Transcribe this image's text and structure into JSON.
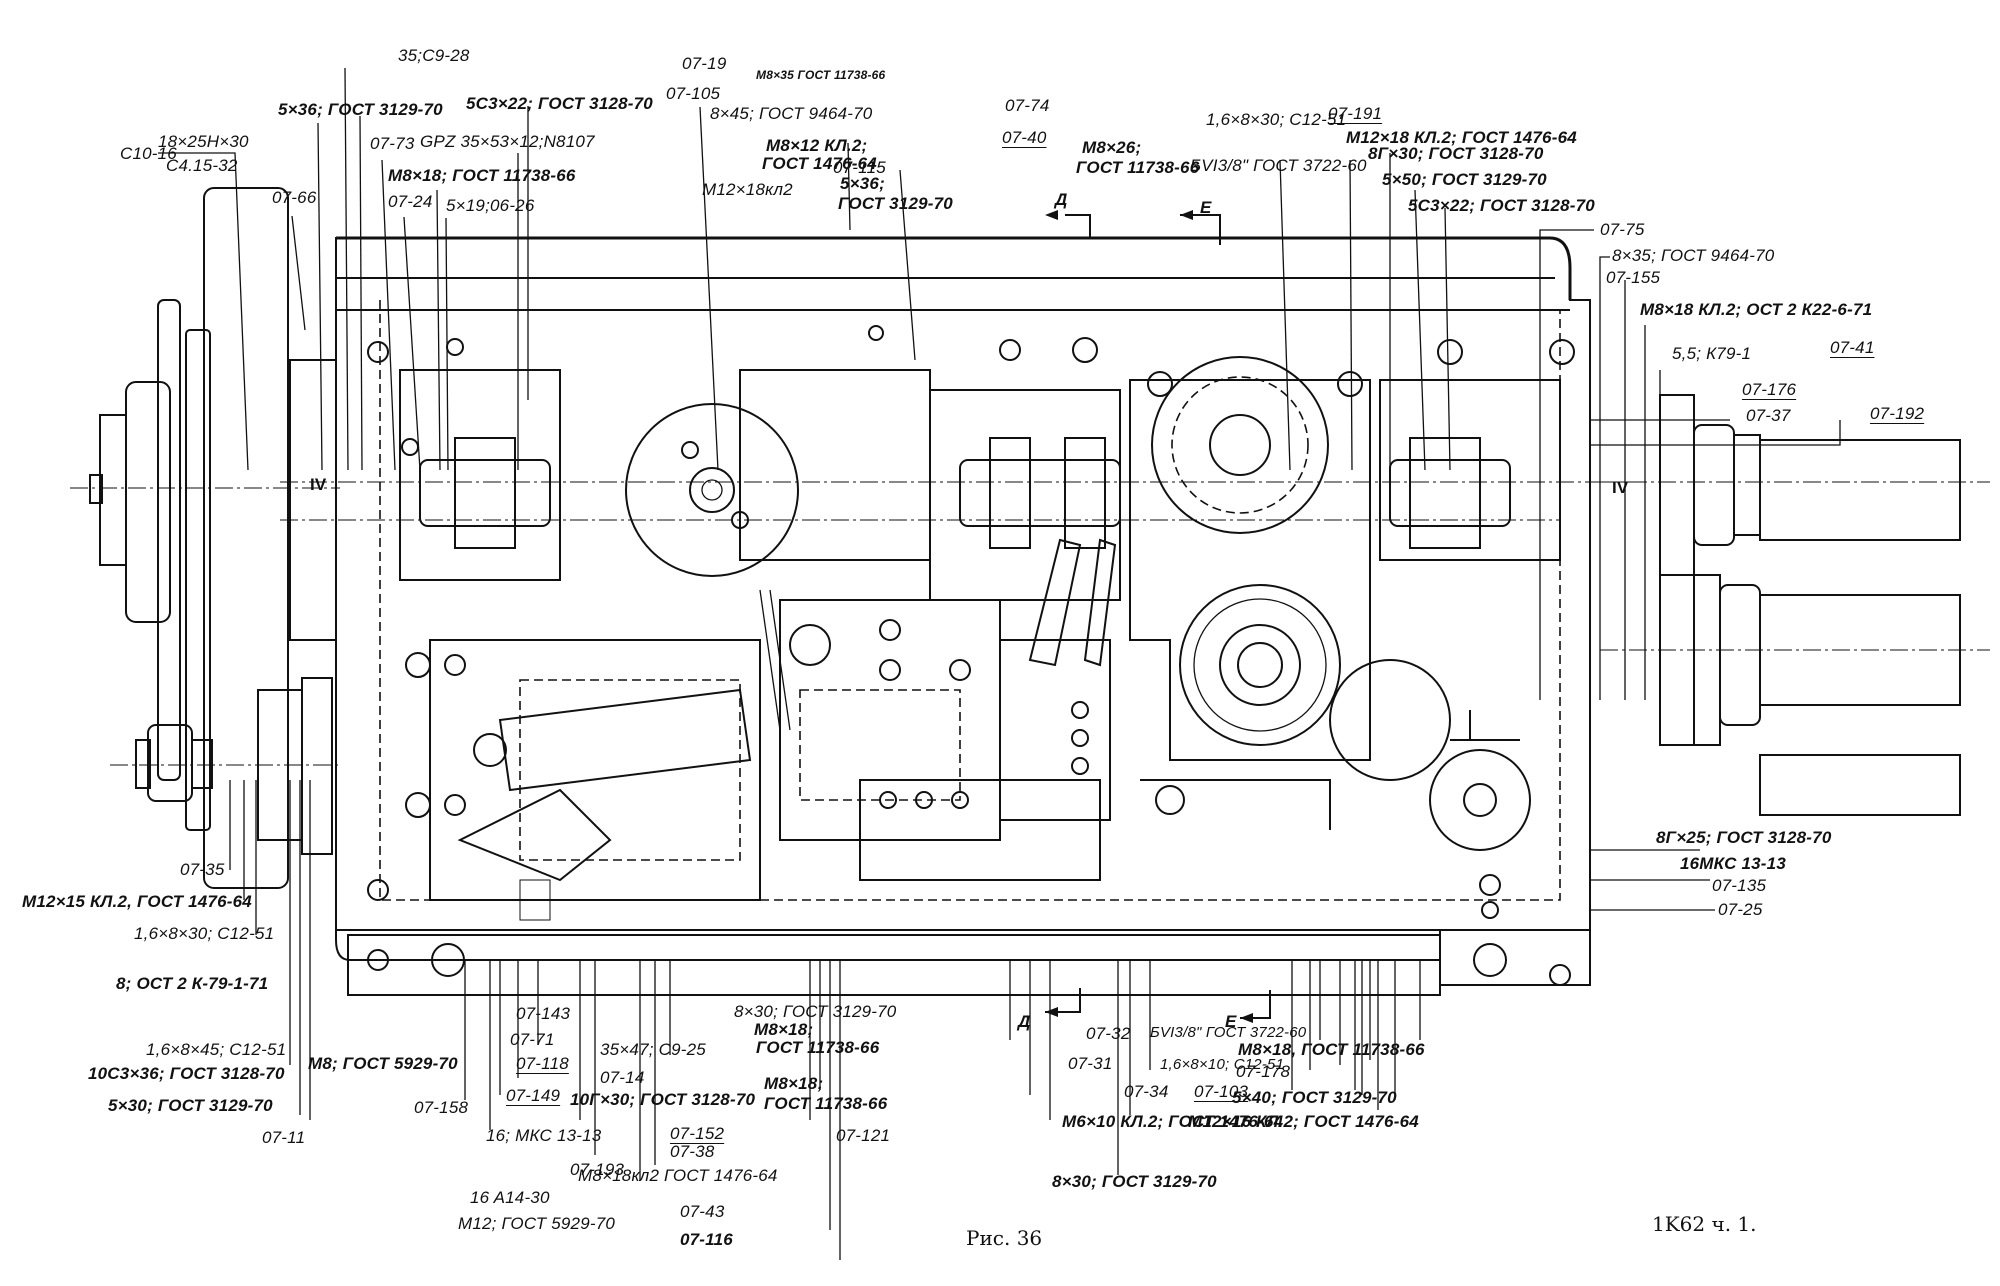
{
  "figure": {
    "caption": "Рис. 36",
    "sheet_ref": "1K62 ч. 1.",
    "section_marks": [
      "Д",
      "Е",
      "Д",
      "Е"
    ],
    "axis_marks": [
      "IV",
      "IV"
    ]
  },
  "callouts": {
    "top": [
      {
        "id": "c01",
        "text": "35;C9-28"
      },
      {
        "id": "c02",
        "text": "5×36; ГОСТ 3129-70"
      },
      {
        "id": "c03",
        "text": "5C3×22; ГОСТ 3128-70"
      },
      {
        "id": "c04",
        "text": "C10-16"
      },
      {
        "id": "c05",
        "text": "18×25H×30"
      },
      {
        "id": "c06",
        "text": "C4.15-32"
      },
      {
        "id": "c07",
        "text": "07-73"
      },
      {
        "id": "c08",
        "text": "GPZ 35×53×12;N8107"
      },
      {
        "id": "c09",
        "text": "M8×18; ГОСТ 11738-66"
      },
      {
        "id": "c10",
        "text": "07-66"
      },
      {
        "id": "c11",
        "text": "07-24"
      },
      {
        "id": "c12",
        "text": "5×19;06-26"
      },
      {
        "id": "c13",
        "text": "07-19"
      },
      {
        "id": "c14",
        "text": "07-105"
      },
      {
        "id": "c15",
        "text": "M8×35 ГОСТ 11738-66"
      },
      {
        "id": "c16",
        "text": "8×45; ГОСТ 9464-70"
      },
      {
        "id": "c17",
        "text": "M8×12 КЛ.2;"
      },
      {
        "id": "c18",
        "text": "ГОСТ 1476-64"
      },
      {
        "id": "c19",
        "text": "M12×18кл2"
      },
      {
        "id": "c20",
        "text": "07-115"
      },
      {
        "id": "c21",
        "text": "5×36;"
      },
      {
        "id": "c22",
        "text": "ГОСТ 3129-70"
      },
      {
        "id": "c23",
        "text": "07-74"
      },
      {
        "id": "c24",
        "text": "07-40"
      },
      {
        "id": "c25",
        "text": "M8×26;"
      },
      {
        "id": "c26",
        "text": "ГОСТ 11738-66"
      },
      {
        "id": "c27",
        "text": "БVI3/8\" ГОСТ 3722-60"
      },
      {
        "id": "c28",
        "text": "1,6×8×30; C12-51"
      },
      {
        "id": "c29",
        "text": "07-191"
      },
      {
        "id": "c30",
        "text": "M12×18 КЛ.2; ГОСТ 1476-64"
      },
      {
        "id": "c31",
        "text": "8Г×30; ГОСТ 3128-70"
      },
      {
        "id": "c32",
        "text": "5×50; ГОСТ 3129-70"
      },
      {
        "id": "c33",
        "text": "5C3×22; ГОСТ 3128-70"
      }
    ],
    "right": [
      {
        "id": "r01",
        "text": "07-75"
      },
      {
        "id": "r02",
        "text": "8×35; ГОСТ 9464-70"
      },
      {
        "id": "r03",
        "text": "07-155"
      },
      {
        "id": "r04",
        "text": "M8×18 КЛ.2; ОСТ 2 К22-6-71"
      },
      {
        "id": "r05",
        "text": "5,5; К79-1"
      },
      {
        "id": "r06",
        "text": "07-41"
      },
      {
        "id": "r07",
        "text": "07-176"
      },
      {
        "id": "r08",
        "text": "07-37"
      },
      {
        "id": "r09",
        "text": "07-192"
      },
      {
        "id": "r10",
        "text": "8Г×25; ГОСТ 3128-70"
      },
      {
        "id": "r11",
        "text": "16МКС 13-13"
      },
      {
        "id": "r12",
        "text": "07-135"
      },
      {
        "id": "r13",
        "text": "07-25"
      }
    ],
    "left": [
      {
        "id": "l01",
        "text": "07-35"
      },
      {
        "id": "l02",
        "text": "M12×15 КЛ.2, ГОСТ 1476-64"
      },
      {
        "id": "l03",
        "text": "1,6×8×30; C12-51"
      },
      {
        "id": "l04",
        "text": "8; ОСТ 2 К-79-1-71"
      },
      {
        "id": "l05",
        "text": "1,6×8×45; C12-51"
      },
      {
        "id": "l06",
        "text": "10C3×36; ГОСТ 3128-70"
      },
      {
        "id": "l07",
        "text": "5×30; ГОСТ 3129-70"
      },
      {
        "id": "l08",
        "text": "07-11"
      }
    ],
    "bottom": [
      {
        "id": "b01",
        "text": "M8; ГОСТ 5929-70"
      },
      {
        "id": "b02",
        "text": "07-158"
      },
      {
        "id": "b03",
        "text": "07-143"
      },
      {
        "id": "b04",
        "text": "07-71"
      },
      {
        "id": "b05",
        "text": "07-118"
      },
      {
        "id": "b06",
        "text": "07-149"
      },
      {
        "id": "b07",
        "text": "16; МКС 13-13"
      },
      {
        "id": "b08",
        "text": "07-193"
      },
      {
        "id": "b09",
        "text": "16 A14-30"
      },
      {
        "id": "b10",
        "text": "M12; ГОСТ 5929-70"
      },
      {
        "id": "b11",
        "text": "35×47; C9-25"
      },
      {
        "id": "b12",
        "text": "07-14"
      },
      {
        "id": "b13",
        "text": "10Г×30; ГОСТ 3128-70"
      },
      {
        "id": "b14",
        "text": "07-152"
      },
      {
        "id": "b15",
        "text": "07-38"
      },
      {
        "id": "b16",
        "text": "M8×18кл2 ГОСТ 1476-64"
      },
      {
        "id": "b17",
        "text": "07-43"
      },
      {
        "id": "b18",
        "text": "07-116"
      },
      {
        "id": "b19",
        "text": "8×30; ГОСТ 3129-70"
      },
      {
        "id": "b20",
        "text": "M8×18;"
      },
      {
        "id": "b21",
        "text": "ГОСТ 11738-66"
      },
      {
        "id": "b22",
        "text": "M8×18;"
      },
      {
        "id": "b23",
        "text": "ГОСТ 11738-66"
      },
      {
        "id": "b24",
        "text": "07-121"
      },
      {
        "id": "b25",
        "text": "07-31"
      },
      {
        "id": "b26",
        "text": "07-32"
      },
      {
        "id": "b27",
        "text": "07-34"
      },
      {
        "id": "b28",
        "text": "БVI3/8\" ГОСТ 3722-60"
      },
      {
        "id": "b29",
        "text": "1,6×8×10; C12-51"
      },
      {
        "id": "b30",
        "text": "07-103"
      },
      {
        "id": "b31",
        "text": "M8×18, ГОСТ 11738-66"
      },
      {
        "id": "b32",
        "text": "07-178"
      },
      {
        "id": "b33",
        "text": "5×40; ГОСТ 3129-70"
      },
      {
        "id": "b34",
        "text": "M6×10 КЛ.2; ГОСТ 1476-64"
      },
      {
        "id": "b35",
        "text": "M12×16 КЛ.2; ГОСТ 1476-64"
      },
      {
        "id": "b36",
        "text": "8×30; ГОСТ 3129-70"
      }
    ]
  }
}
